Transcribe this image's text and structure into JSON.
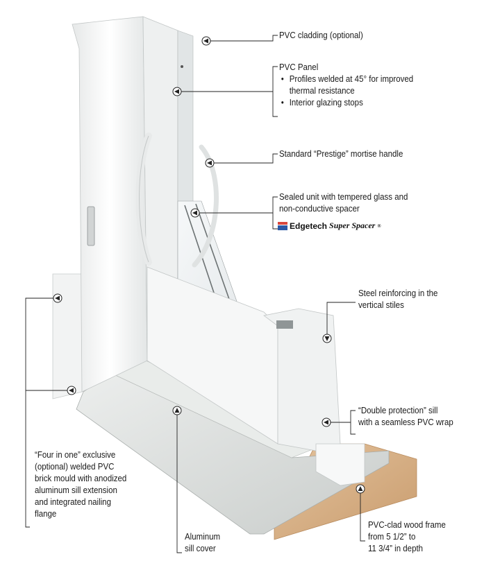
{
  "callouts": {
    "pvc_cladding": "PVC cladding (optional)",
    "pvc_panel": {
      "title": "PVC Panel",
      "bullets": [
        "Profiles welded at 45° for improved",
        "thermal resistance",
        "Interior glazing stops"
      ]
    },
    "handle": "Standard “Prestige” mortise handle",
    "sealed_unit": [
      "Sealed unit with tempered glass and",
      "non-conductive spacer"
    ],
    "steel": [
      "Steel reinforcing in the",
      "vertical stiles"
    ],
    "sill": [
      "“Double protection” sill",
      "with a seamless PVC wrap"
    ],
    "four_in_one": [
      "“Four in one” exclusive",
      "(optional) welded PVC",
      "brick mould with anodized",
      "aluminum sill extension",
      "and integrated nailing",
      "flange"
    ],
    "aluminum": [
      "Aluminum",
      "sill cover"
    ],
    "wood_frame": [
      "PVC-clad wood frame",
      "from 5 1/2” to",
      "11 3/4” in depth"
    ]
  },
  "brand": {
    "name": "Edgetech",
    "tagline": "Super Spacer",
    "mark": "®"
  },
  "colors": {
    "pvc": "#f4f5f5",
    "shadow": "#cfd3d4",
    "wood": "#d9b38a",
    "aluminum": "#d8dbd9",
    "line": "#222222"
  }
}
